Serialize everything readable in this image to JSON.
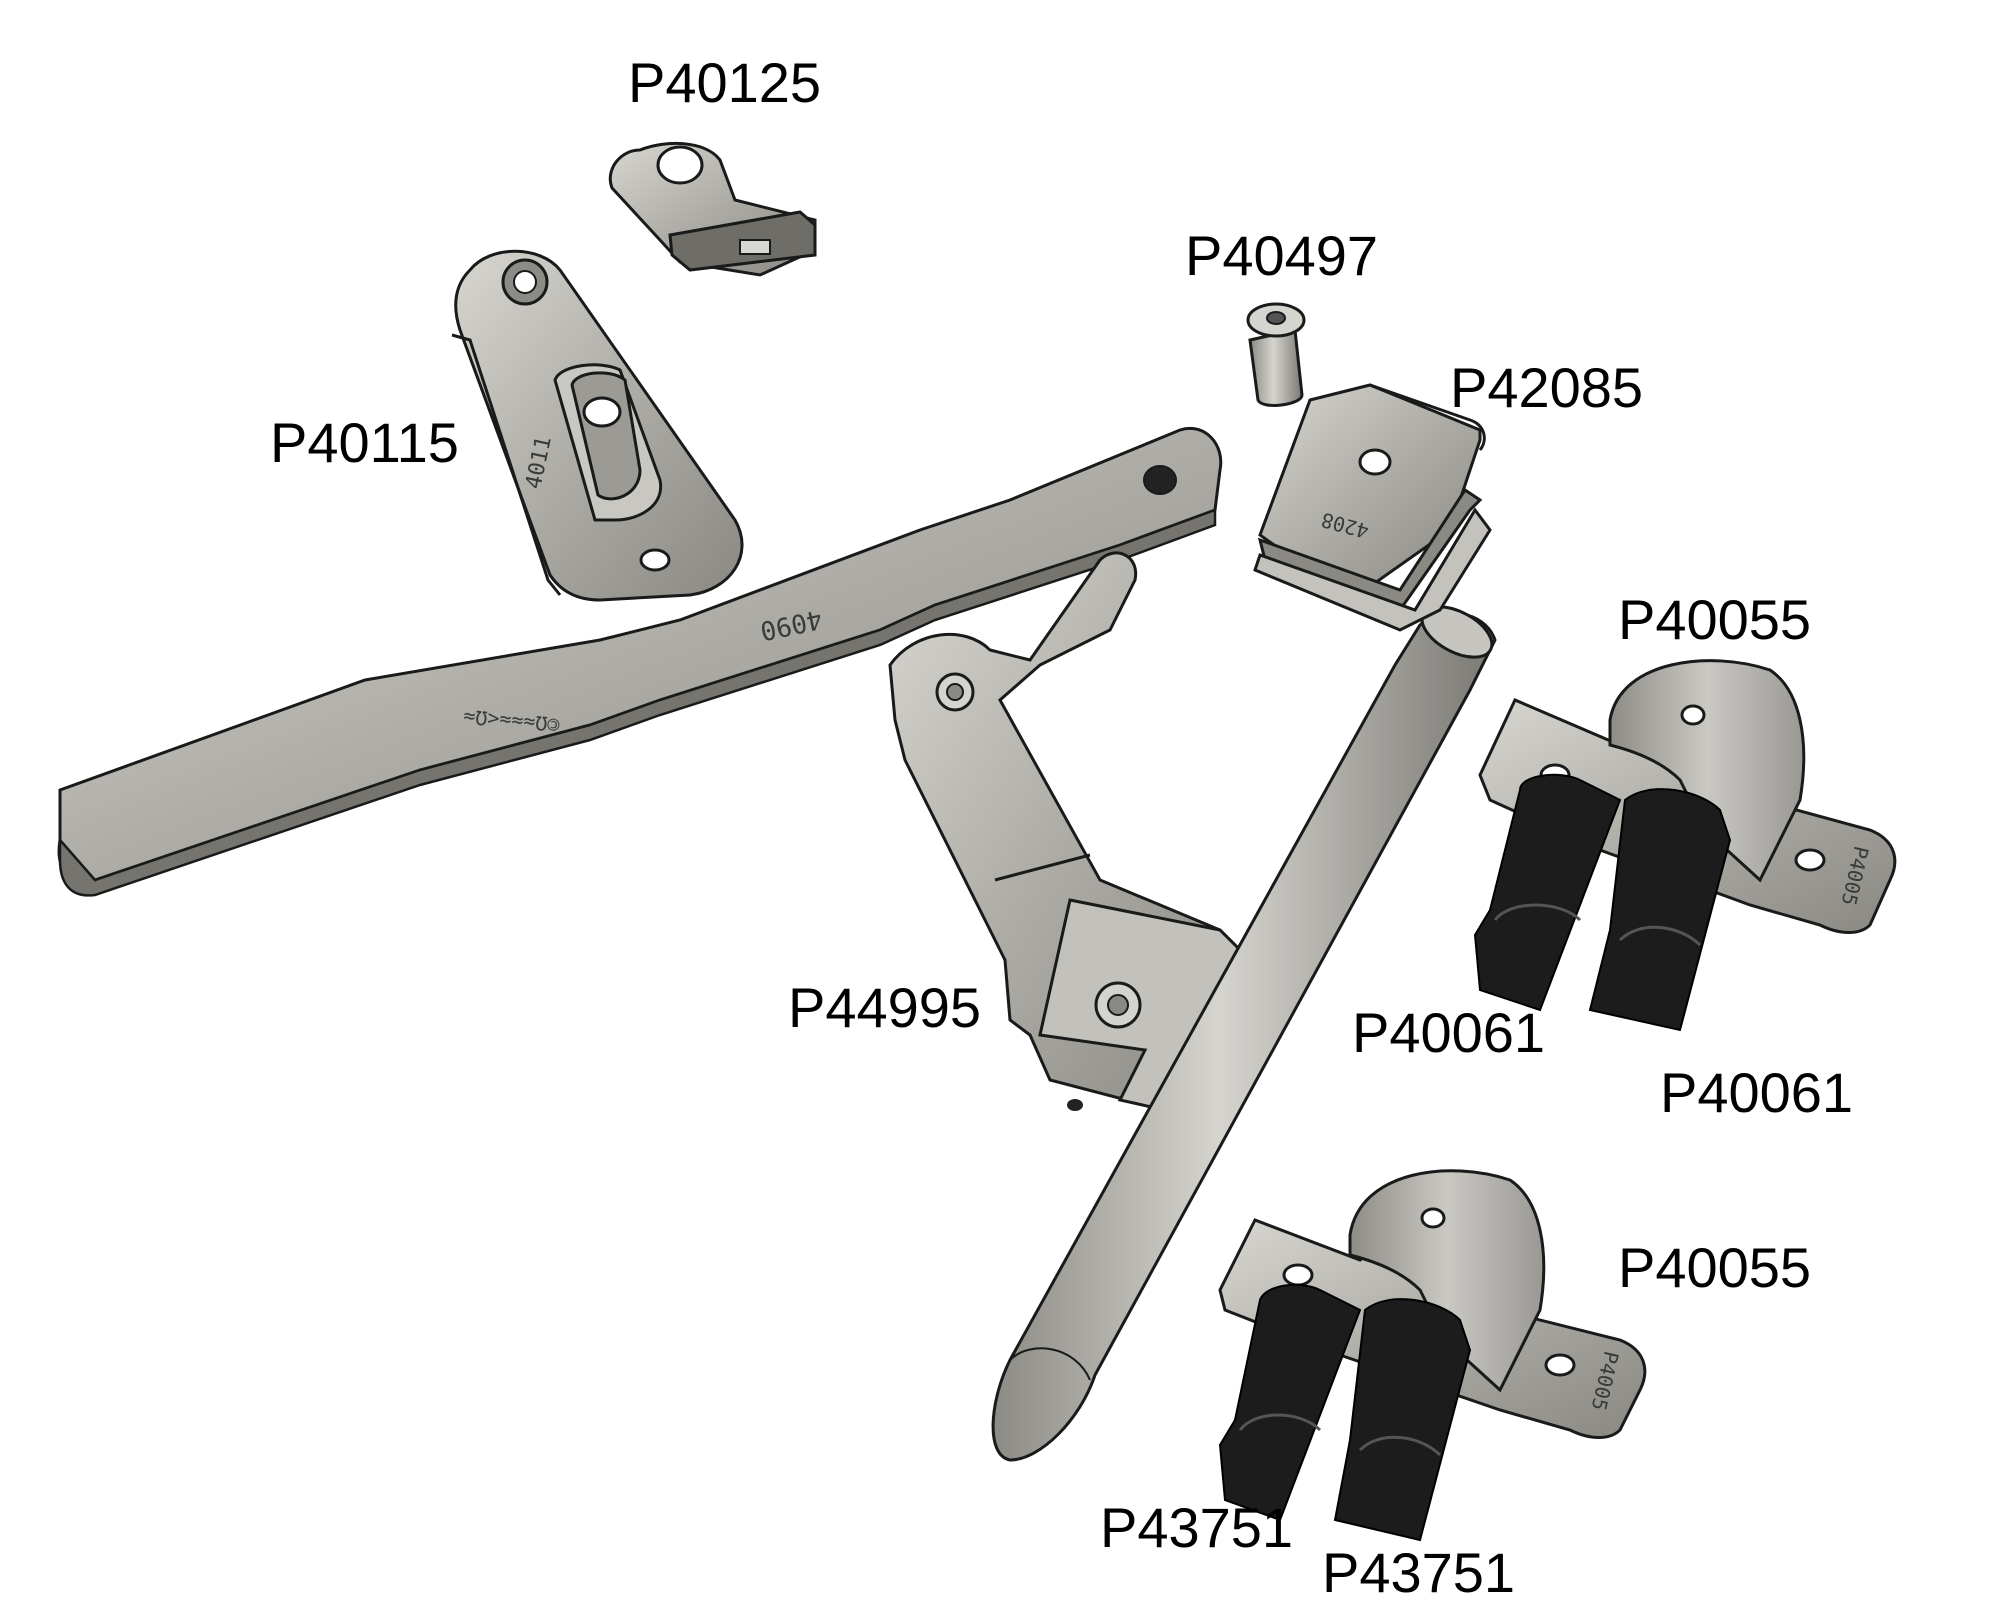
{
  "parts": {
    "p40125": {
      "label": "P40125"
    },
    "p40115": {
      "label": "P40115",
      "stamp": "4011"
    },
    "p40497": {
      "label": "P40497"
    },
    "p42085": {
      "label": "P42085",
      "stamp": "4208"
    },
    "handle": {
      "stamp": "4090",
      "stamp2": "©Ω≈≈≈<Ω≈"
    },
    "p40055a": {
      "label": "P40055",
      "stamp": "P4005"
    },
    "p40061a": {
      "label": "P40061"
    },
    "p40061b": {
      "label": "P40061"
    },
    "p44995": {
      "label": "P44995"
    },
    "p40055b": {
      "label": "P40055",
      "stamp": "P4005"
    },
    "p43751a": {
      "label": "P43751"
    },
    "p43751b": {
      "label": "P43751"
    }
  },
  "colors": {
    "metal": "#a7a59f",
    "metal_light": "#cfcdc8",
    "metal_dark": "#6e6c67",
    "rubber": "#1c1c1c",
    "outline": "#1a1a1a"
  }
}
